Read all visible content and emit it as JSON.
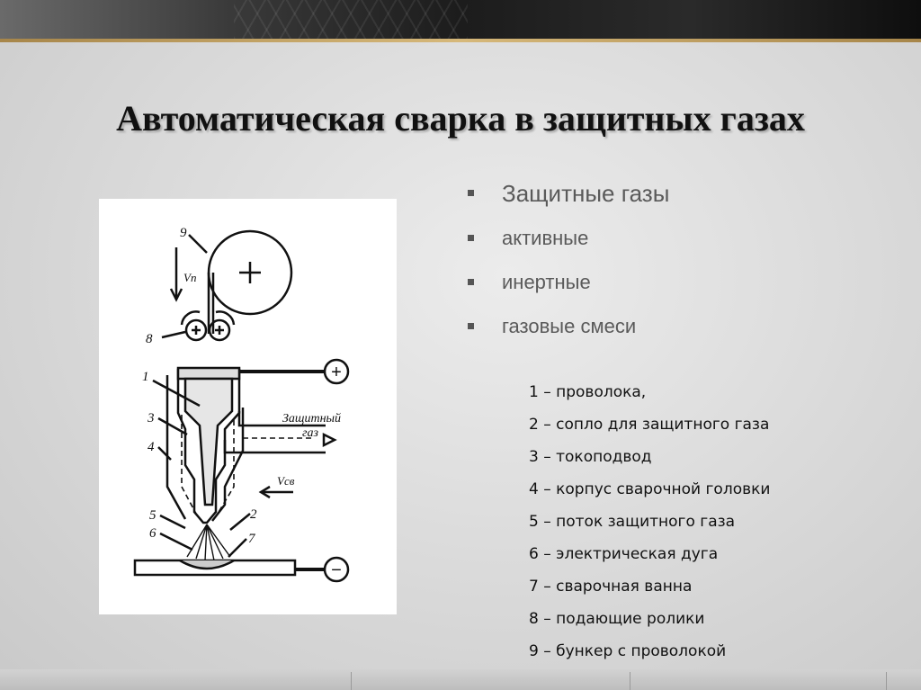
{
  "slide": {
    "title": "Автоматическая сварка в защитных газах"
  },
  "bullets": {
    "main": "Защитные газы",
    "items": [
      "активные",
      "инертные",
      "газовые смеси"
    ]
  },
  "legend": [
    "1 – проволока,",
    "2 – сопло для защитного газа",
    "3 – токоподвод",
    "4 – корпус сварочной головки",
    "5 – поток защитного газа",
    "6 – электрическая дуга",
    "7 – сварочная ванна",
    "8 – подающие ролики",
    "9 – бункер с проволокой"
  ],
  "diagram": {
    "labels": {
      "n1": "1",
      "n2": "2",
      "n3": "3",
      "n4": "4",
      "n5": "5",
      "n6": "6",
      "n7": "7",
      "n8": "8",
      "n9": "9",
      "feed_speed": "Vп",
      "weld_speed": "Vсв",
      "gas_line1": "Защитный",
      "gas_line2": "газ",
      "plus": "+",
      "minus": "−"
    }
  },
  "colors": {
    "accent_rule": "#c8a86a",
    "title_text": "#111111",
    "bullet_text": "#5a5a5a"
  }
}
